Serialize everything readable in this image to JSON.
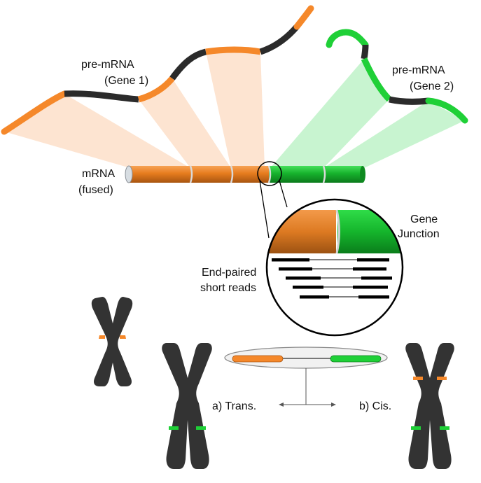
{
  "labels": {
    "premrna1_line1": "pre-mRNA",
    "premrna1_line2": "(Gene 1)",
    "premrna2_line1": "pre-mRNA",
    "premrna2_line2": "(Gene 2)",
    "mrna_line1": "mRNA",
    "mrna_line2": "(fused)",
    "junction_line1": "Gene",
    "junction_line2": "Junction",
    "reads_line1": "End-paired",
    "reads_line2": "short reads",
    "trans": "a) Trans.",
    "cis": "b) Cis."
  },
  "colors": {
    "gene1": "#f5882a",
    "gene1_dark": "#c96a18",
    "gene1_fan": "#fde1cc",
    "gene2": "#1fd037",
    "gene2_dark": "#11a526",
    "gene2_fan": "#c2f3cb",
    "intron": "#2b2b2b",
    "chromosome": "#333333"
  },
  "icons": {
    "chromosome_left": "chromosome-icon",
    "chromosome_center": "chromosome-icon",
    "chromosome_right": "chromosome-icon"
  }
}
